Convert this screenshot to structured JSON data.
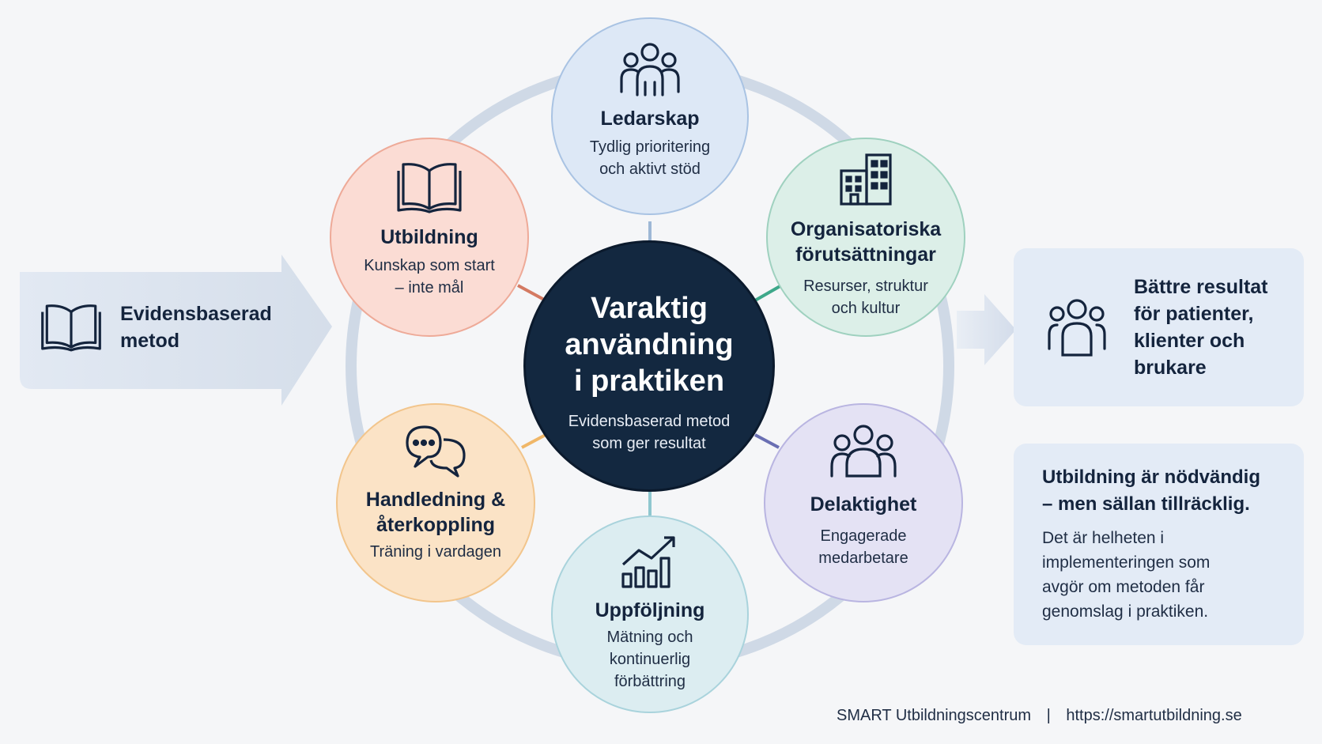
{
  "center": {
    "title_lines": [
      "Varaktig",
      "användning",
      "i praktiken"
    ],
    "subtitle_lines": [
      "Evidensbaserad metod",
      "som ger resultat"
    ]
  },
  "nodes": {
    "ledarskap": {
      "title": "Ledarskap",
      "sub_lines": [
        "Tydlig prioritering",
        "och aktivt stöd"
      ],
      "icon": "people-group-icon"
    },
    "organisatoriska": {
      "title_lines": [
        "Organisatoriska",
        "förutsättningar"
      ],
      "sub_lines": [
        "Resurser, struktur",
        "och kultur"
      ],
      "icon": "building-icon"
    },
    "delaktighet": {
      "title": "Delaktighet",
      "sub_lines": [
        "Engagerade",
        "medarbetare"
      ],
      "icon": "team-icon"
    },
    "uppfoljning": {
      "title": "Uppföljning",
      "sub_lines": [
        "Mätning och",
        "kontinuerlig",
        "förbättring"
      ],
      "icon": "growth-chart-icon"
    },
    "handledning": {
      "title_lines": [
        "Handledning &",
        "återkoppling"
      ],
      "sub_lines": [
        "Träning i vardagen"
      ],
      "icon": "chat-bubbles-icon"
    },
    "utbildning": {
      "title": "Utbildning",
      "sub_lines": [
        "Kunskap som start",
        "– inte mål"
      ],
      "icon": "open-book-icon"
    }
  },
  "input": {
    "title_lines": [
      "Evidensbaserad",
      "metod"
    ],
    "icon": "open-book-icon"
  },
  "result": {
    "title_lines": [
      "Bättre resultat",
      "för patienter,",
      "klienter och",
      "brukare"
    ],
    "icon": "people-icon"
  },
  "note": {
    "title_lines": [
      "Utbildning är nödvändig",
      "– men sällan tillräcklig."
    ],
    "text_lines": [
      "Det är helheten i",
      "implementeringen som",
      "avgör om metoden får",
      "genomslag i praktiken."
    ]
  },
  "footer": {
    "org": "SMART Utbildningscentrum",
    "separator": "|",
    "url": "https://smartutbildning.se"
  },
  "colors": {
    "center": "#132840",
    "ledarskap": "#dde8f6",
    "organisatoriska": "#dcefe8",
    "delaktighet": "#e4e2f4",
    "uppfoljning": "#dcedf1",
    "handledning": "#fbe3c6",
    "utbildning": "#fbdcd4"
  }
}
